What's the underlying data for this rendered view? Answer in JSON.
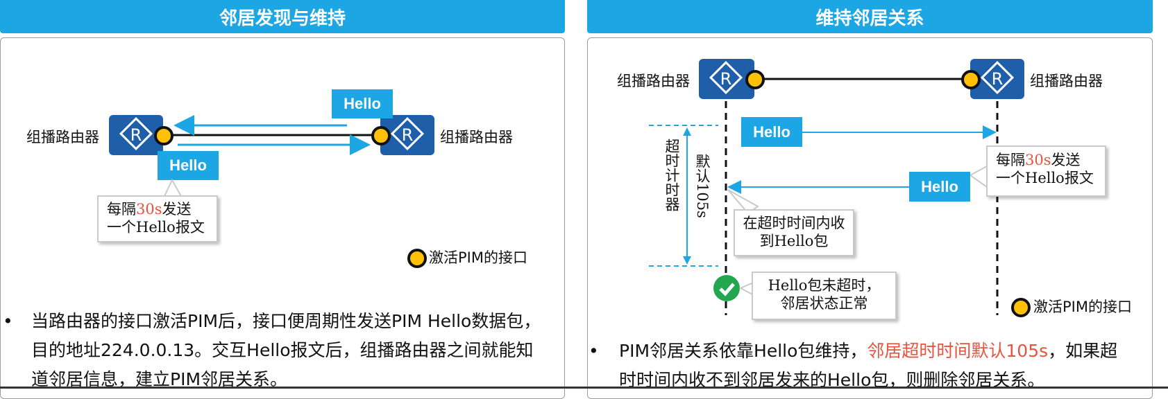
{
  "left_panel": {
    "title": "邻居发现与维持",
    "router_left_label": "组播路由器",
    "router_right_label": "组播路由器",
    "router_glyph": "R",
    "hello_top": "Hello",
    "hello_bottom": "Hello",
    "callout_pre": "每隔",
    "callout_highlight": "30s",
    "callout_post": "发送",
    "callout_line2": "一个Hello报文",
    "legend": "激活PIM的接口",
    "bullet_symbol": "•",
    "bullet_line1": "当路由器的接口激活PIM后，接口便周期性发送PIM Hello数据包，",
    "bullet_line2": "目的地址224.0.0.13。交互Hello报文后，组播路由器之间就能知",
    "bullet_line3": "道邻居信息，建立PIM邻居关系。"
  },
  "right_panel": {
    "title": "维持邻居关系",
    "router_left_label": "组播路由器",
    "router_right_label": "组播路由器",
    "router_glyph": "R",
    "hello_1": "Hello",
    "hello_2": "Hello",
    "timer_label": "超时计时器",
    "timer_default": "默认105s",
    "callout_right_pre": "每隔",
    "callout_right_highlight": "30s",
    "callout_right_post": "发送",
    "callout_right_line2": "一个Hello报文",
    "callout_timeout_line1": "在超时时间内收",
    "callout_timeout_line2": "到Hello包",
    "callout_ok_line1": "Hello包未超时，",
    "callout_ok_line2": "邻居状态正常",
    "legend": "激活PIM的接口",
    "bullet_symbol": "•",
    "bullet_text_a": "PIM邻居关系依靠Hello包维持，",
    "bullet_text_highlight": "邻居超时时间默认105s",
    "bullet_text_b": "，如果超",
    "bullet_line2": "时时间内收不到邻居发来的Hello包，则删除邻居关系。"
  },
  "colors": {
    "accent_blue": "#1ca7e4",
    "router_blue": "#1f5faa",
    "port_yellow": "#ffc107",
    "highlight_red": "#e8533f",
    "check_green": "#22a650"
  }
}
